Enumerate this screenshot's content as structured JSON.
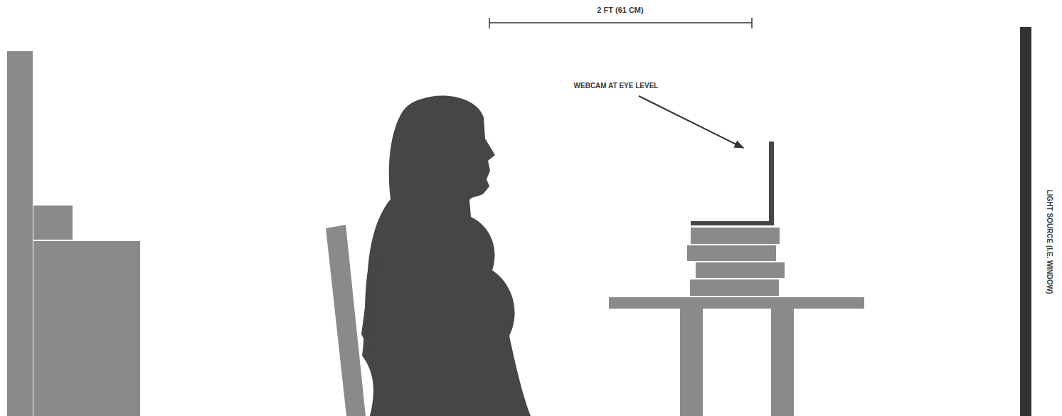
{
  "diagram": {
    "labels": [
      "2 FT (61 CM)",
      "WEBCAM AT EYE LEVEL",
      "LIGHT SOURCE (I.E. WINDOW)"
    ]
  }
}
